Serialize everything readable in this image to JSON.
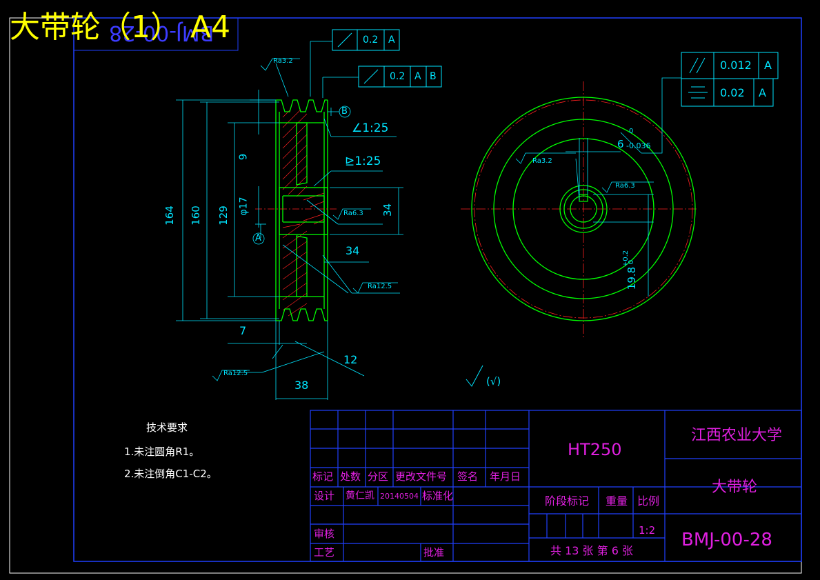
{
  "title": {
    "main": "大带轮（1） A4",
    "mirrored_code": "BMJ-00-28"
  },
  "tolerance_frames": {
    "runout_a": {
      "value": "0.2",
      "datum": "A"
    },
    "runout_ab": {
      "value": "0.2",
      "datum1": "A",
      "datum2": "B"
    },
    "parallel": {
      "value": "0.012",
      "datum": "A"
    },
    "symmetry": {
      "value": "0.02",
      "datum": "A"
    }
  },
  "datums": {
    "a": "A",
    "b": "B"
  },
  "dimensions": {
    "d164": "164",
    "d160": "160",
    "d129": "129",
    "d9": "9",
    "d17": "φ17",
    "d34_v": "34",
    "d34_h": "34",
    "d7": "7",
    "d12": "12",
    "d38": "38",
    "taper1": "∠1:25",
    "taper2": "⊵1:25",
    "keyway_width": "6",
    "keyway_upper": "0",
    "keyway_lower": "-0.036",
    "keyway_depth": "19.8",
    "keyway_depth_upper": "+0.2",
    "keyway_depth_lower": "0"
  },
  "roughness": {
    "ra32_top": "Ra3.2",
    "ra63_bore": "Ra6.3",
    "ra125_side": "Ra12.5",
    "ra125_bottom": "Ra12.5",
    "ra32_key": "Ra3.2",
    "ra63_key": "Ra6.3",
    "general": "(√)"
  },
  "notes": {
    "heading": "技术要求",
    "line1": "1.未注圆角R1。",
    "line2": "2.未注倒角C1-C2。"
  },
  "title_block": {
    "material": "HT250",
    "school": "江西农业大学",
    "part_name": "大带轮",
    "drawing_no": "BMJ-00-28",
    "labels": {
      "mark": "标记",
      "count": "处数",
      "zone": "分区",
      "doc_no": "更改文件号",
      "sign": "签名",
      "date": "年月日",
      "design": "设计",
      "review": "审核",
      "process": "工艺",
      "approve": "批准",
      "standard": "标准化",
      "stage": "阶段标记",
      "weight": "重量",
      "scale_label": "比例"
    },
    "designer": "黄仁凯",
    "design_date": "20140504",
    "scale": "1:2",
    "sheets": "共 13 张 第 6 张"
  },
  "colors": {
    "outline": "#00ff00",
    "dimension": "#00e5ff",
    "center": "#ff2020",
    "title_block": "#2040ff",
    "text": "#e020e0",
    "hatch": "#ff2020"
  }
}
